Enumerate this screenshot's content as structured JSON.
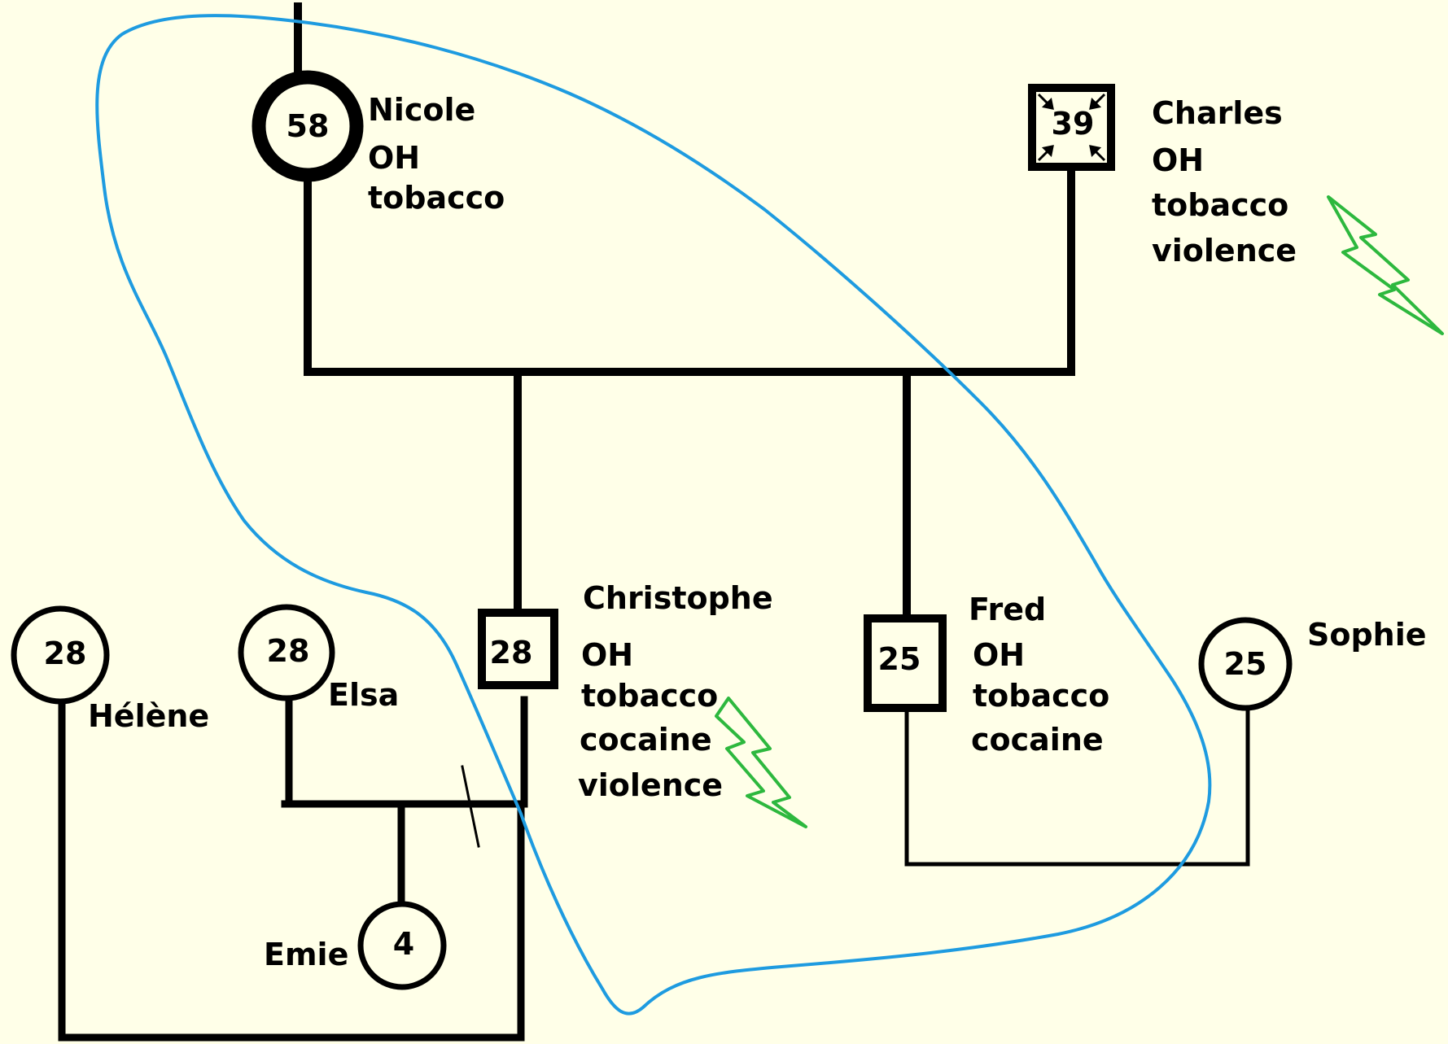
{
  "people": {
    "nicole": {
      "age": "58",
      "name": "Nicole",
      "traits": [
        "OH",
        "tobacco"
      ]
    },
    "charles": {
      "age": "39",
      "name": "Charles",
      "traits": [
        "OH",
        "tobacco",
        "violence"
      ]
    },
    "christophe": {
      "age": "28",
      "name": "Christophe",
      "traits": [
        "OH",
        "tobacco",
        "cocaine",
        "violence"
      ]
    },
    "fred": {
      "age": "25",
      "name": "Fred",
      "traits": [
        "OH",
        "tobacco",
        "cocaine"
      ]
    },
    "helene": {
      "age": "28",
      "name": "Hélène"
    },
    "elsa": {
      "age": "28",
      "name": "Elsa"
    },
    "sophie": {
      "age": "25",
      "name": "Sophie"
    },
    "emie": {
      "age": "4",
      "name": "Emie"
    }
  },
  "colors": {
    "lines": "#000000",
    "household_outline": "#1E9BE0",
    "violence_bolt": "#2DB83E",
    "background": "#FFFFE8"
  }
}
